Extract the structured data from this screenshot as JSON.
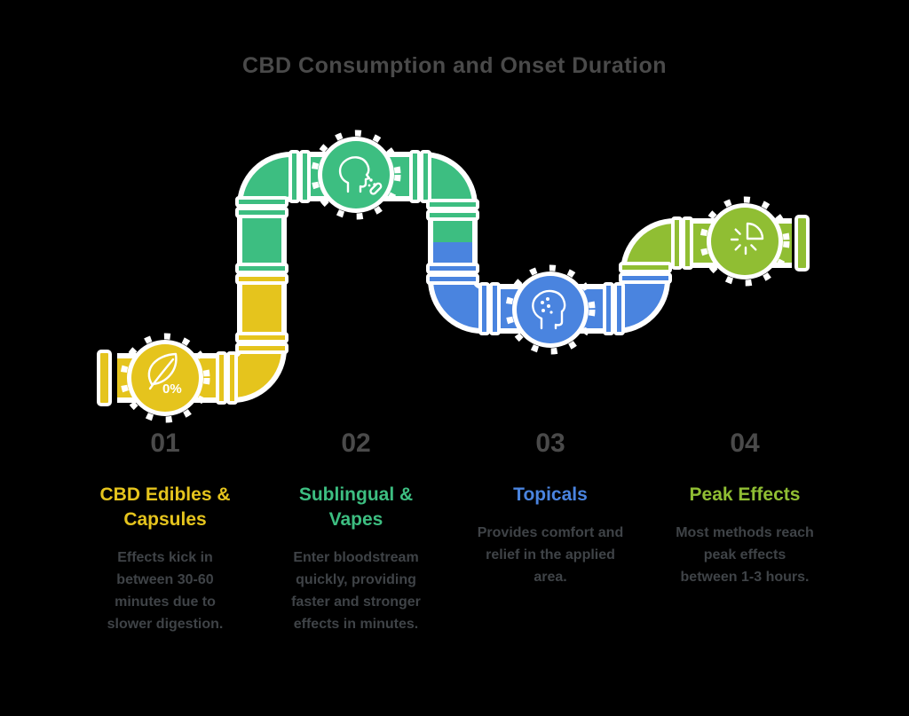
{
  "title": "CBD Consumption and Onset Duration",
  "colors": {
    "background": "#000000",
    "title_text": "#4a4a4a",
    "step_number_text": "#4a4a4a",
    "body_text": "#3f4347",
    "pipe_outline": "#ffffff",
    "yellow": "#e5c41d",
    "green": "#3dbe81",
    "blue": "#4a84df",
    "olive": "#90be33"
  },
  "steps": [
    {
      "number": "01",
      "accent": "#e5c41d",
      "icon": "leaf-zero-percent-icon",
      "icon_label": "0%",
      "heading_lines": [
        "CBD Edibles &",
        "Capsules"
      ],
      "body_lines": [
        "Effects kick in",
        "between 30-60",
        "minutes due to",
        "slower digestion."
      ]
    },
    {
      "number": "02",
      "accent": "#3dbe81",
      "icon": "head-vapor-icon",
      "heading_lines": [
        "Sublingual &",
        "Vapes"
      ],
      "body_lines": [
        "Enter bloodstream",
        "quickly, providing",
        "faster and stronger",
        "effects in minutes."
      ]
    },
    {
      "number": "03",
      "accent": "#4a84df",
      "icon": "head-absorption-icon",
      "heading_lines": [
        "Topicals"
      ],
      "body_lines": [
        "Provides comfort and",
        "relief in the applied",
        "area."
      ]
    },
    {
      "number": "04",
      "accent": "#90be33",
      "icon": "timer-icon",
      "heading_lines": [
        "Peak Effects"
      ],
      "body_lines": [
        "Most methods reach",
        "peak effects",
        "between 1-3 hours."
      ]
    }
  ]
}
